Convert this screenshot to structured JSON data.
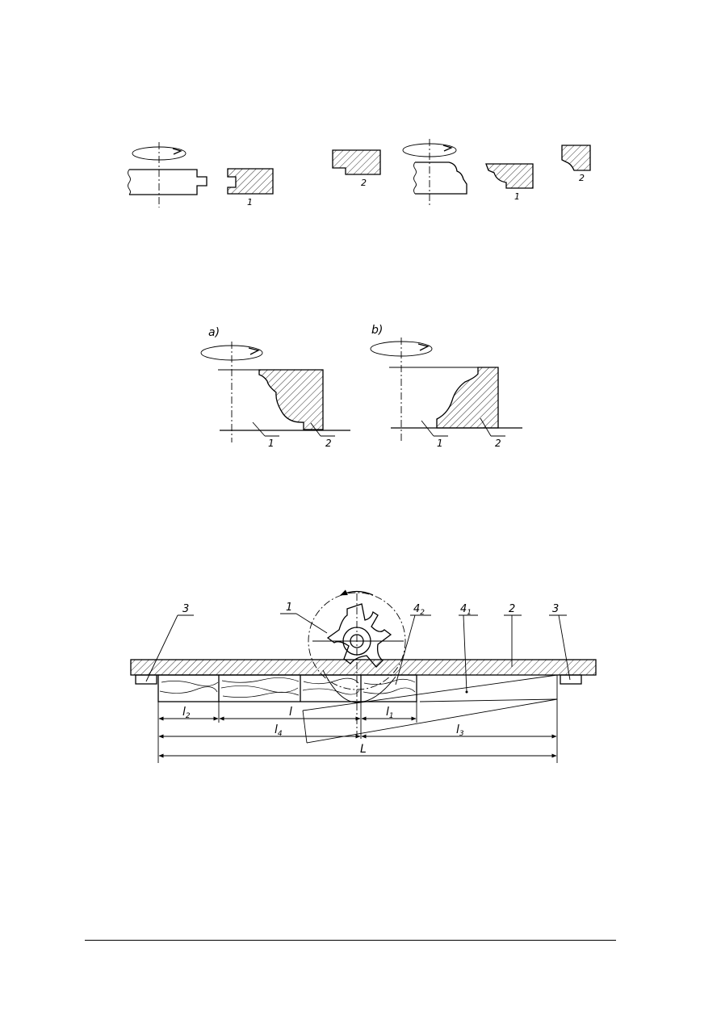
{
  "figure1": {
    "labels": {
      "left_piece": "1",
      "center_piece": "2",
      "right_piece_1": "1",
      "right_piece_2": "2"
    }
  },
  "figure2": {
    "panel_a": {
      "title": "a)",
      "label_1": "1",
      "label_2": "2"
    },
    "panel_b": {
      "title": "b)",
      "label_1": "1",
      "label_2": "2"
    }
  },
  "figure3": {
    "labels": {
      "cutter": "1",
      "board": "2",
      "support_left": "3",
      "support_right": "3",
      "guide_4_2": "4",
      "guide_4_2_sub": "2",
      "guide_4_1": "4",
      "guide_4_1_sub": "1"
    },
    "dimensions": {
      "l2": "l",
      "l2_sub": "2",
      "l": "l",
      "l1": "l",
      "l1_sub": "1",
      "l4": "l",
      "l4_sub": "4",
      "l3": "l",
      "l3_sub": "3",
      "L": "L"
    }
  }
}
